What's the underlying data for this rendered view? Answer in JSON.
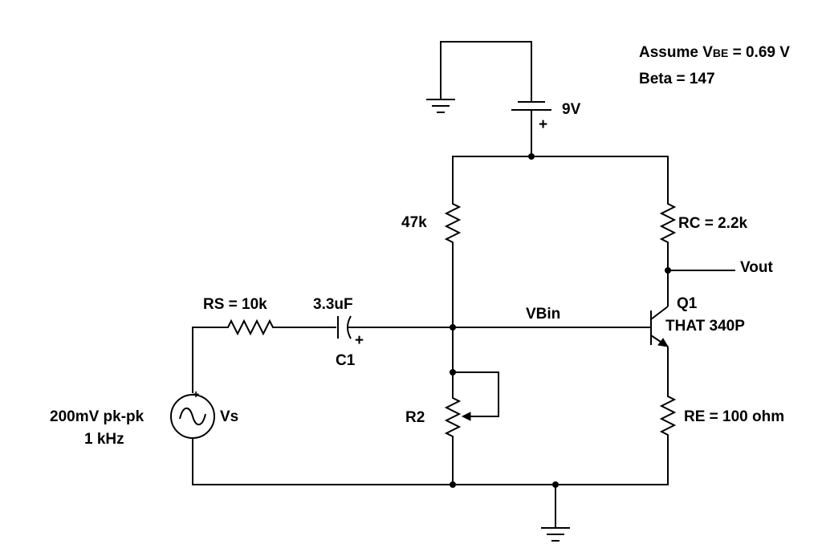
{
  "notes": {
    "assume_prefix": "Assume V",
    "assume_sub": "BE",
    "assume_suffix": " = 0.69 V",
    "beta": "Beta = 147"
  },
  "components": {
    "battery": {
      "label": "9V",
      "polarity": "+"
    },
    "r1": {
      "label": "47k"
    },
    "rc": {
      "label": "RC = 2.2k"
    },
    "vout": {
      "label": "Vout"
    },
    "q1": {
      "ref": "Q1",
      "part": "THAT 340P"
    },
    "vbin": {
      "label": "VBin"
    },
    "rs": {
      "label": "RS = 10k"
    },
    "c1": {
      "value": "3.3uF",
      "ref": "C1",
      "polarity": "+"
    },
    "r2": {
      "label": "R2"
    },
    "re": {
      "label": "RE = 100 ohm"
    },
    "vs": {
      "ref": "Vs",
      "amplitude": "200mV pk-pk",
      "frequency": "1 kHz",
      "polarity": "+"
    }
  }
}
